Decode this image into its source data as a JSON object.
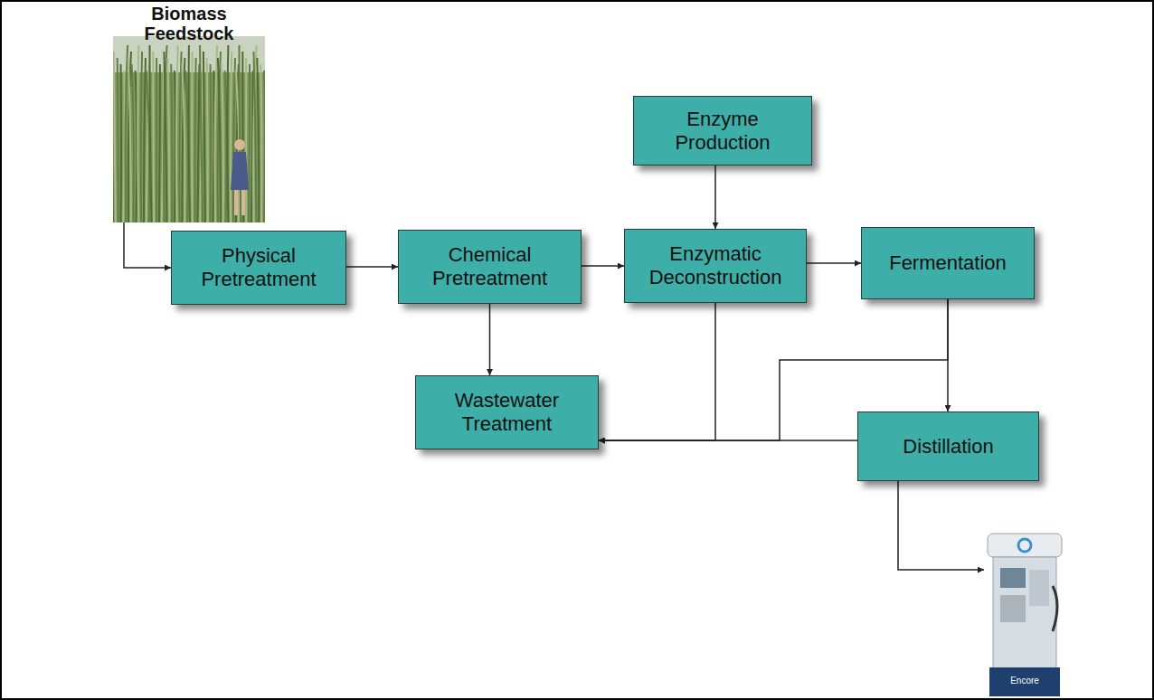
{
  "diagram": {
    "nodes": [
      {
        "text": [
          "Biomass Feedstock"
        ]
      },
      {
        "text": [
          "Physical Pretreatment"
        ]
      },
      {
        "text": [
          "Chemical Pretreatment"
        ]
      },
      {
        "text": [
          "Enzyme Production"
        ]
      },
      {
        "text": [
          "Enzymatic Deconstruction"
        ]
      },
      {
        "text": [
          "Fermentation"
        ]
      },
      {
        "text": [
          "Wastewater Treatment"
        ]
      },
      {
        "text": [
          "Distillation"
        ]
      },
      {
        "text": [
          "Encore"
        ]
      }
    ],
    "edges": [
      {
        "from": 0,
        "to": 1,
        "arrow": "to"
      },
      {
        "from": 1,
        "to": 2,
        "arrow": "to"
      },
      {
        "from": 2,
        "to": 4,
        "arrow": "to"
      },
      {
        "from": 3,
        "to": 4,
        "arrow": "to"
      },
      {
        "from": 4,
        "to": 5,
        "arrow": "to"
      },
      {
        "from": 2,
        "to": 6,
        "arrow": "to"
      },
      {
        "from": 4,
        "to": 6,
        "arrow": "to"
      },
      {
        "from": 5,
        "to": 7,
        "arrow": "to"
      },
      {
        "from": 5,
        "to": 6,
        "arrow": "to"
      },
      {
        "from": 7,
        "to": 6,
        "arrow": "to"
      },
      {
        "from": 7,
        "to": 8,
        "arrow": "to"
      }
    ]
  }
}
